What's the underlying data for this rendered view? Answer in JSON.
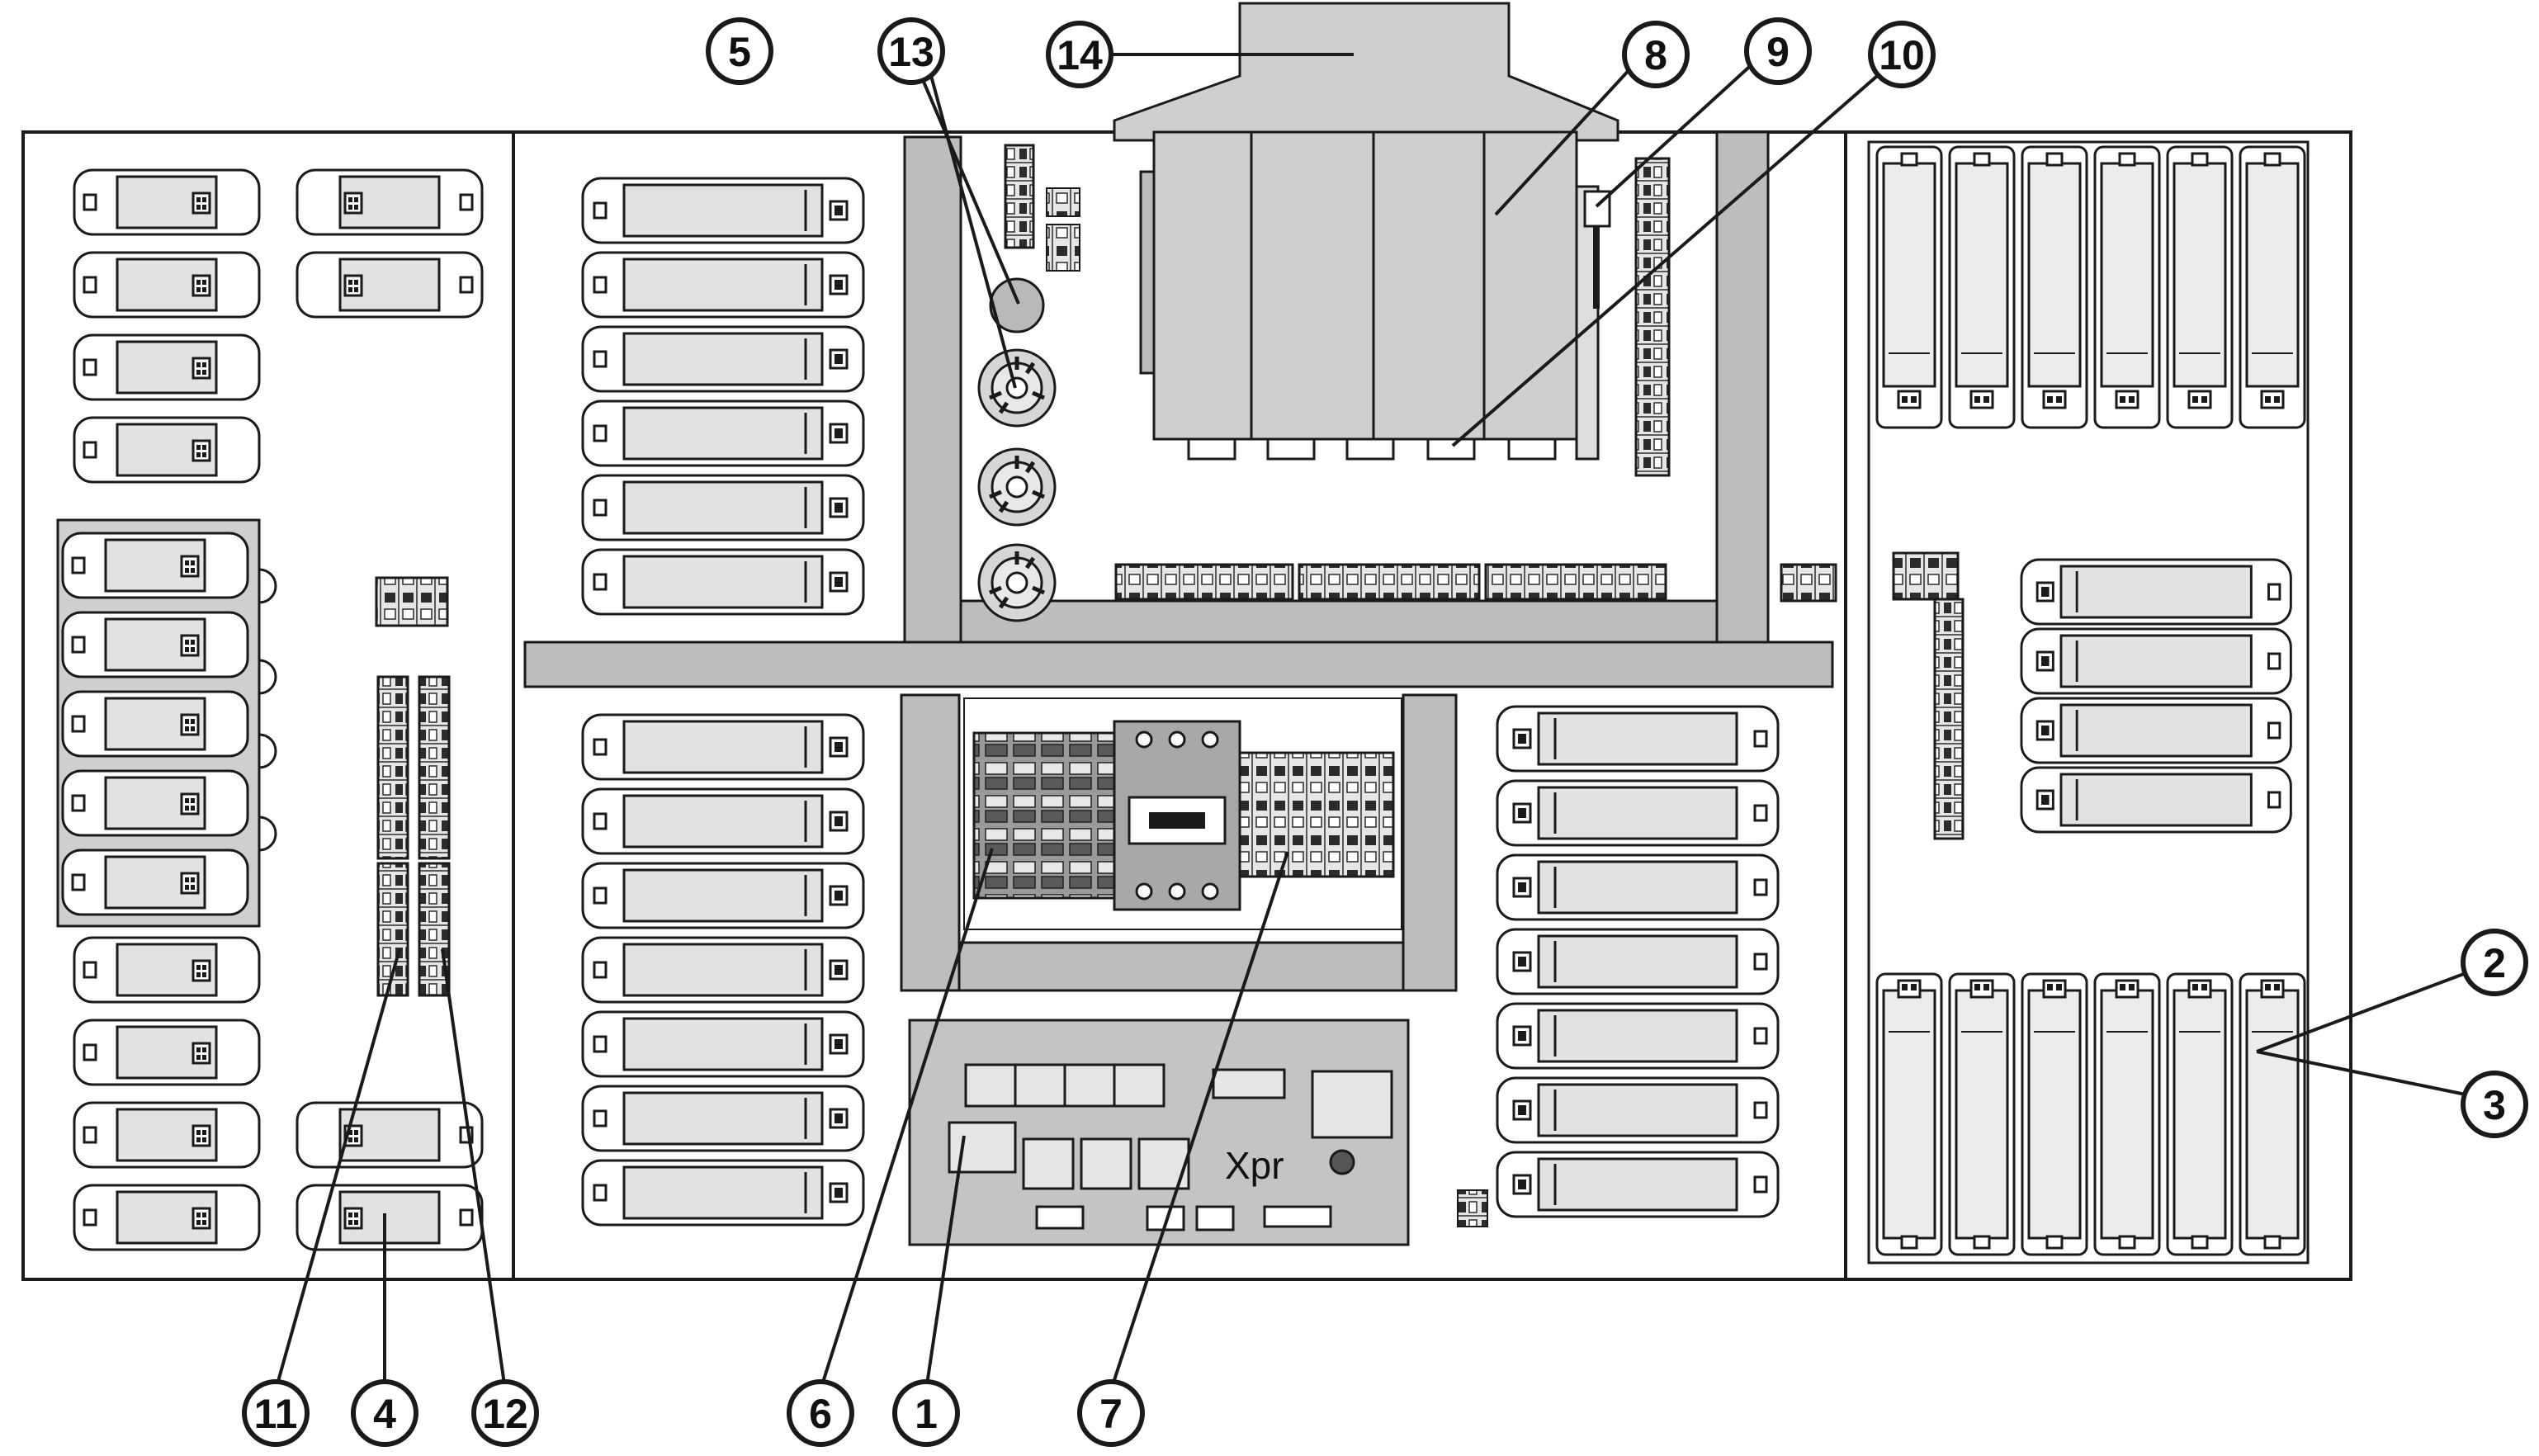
{
  "pcb": {
    "label": "Xpr"
  },
  "callouts": {
    "c1": "1",
    "c2": "2",
    "c3": "3",
    "c4": "4",
    "c5": "5",
    "c6": "6",
    "c7": "7",
    "c8": "8",
    "c9": "9",
    "c10": "10",
    "c11": "11",
    "c12": "12",
    "c13": "13",
    "c14": "14"
  },
  "colors": {
    "line": "#1a1a1a",
    "duct": "#bdbdbd",
    "component": "#d9d9d9",
    "terminal": "#8a8a8a",
    "background": "#ffffff"
  }
}
